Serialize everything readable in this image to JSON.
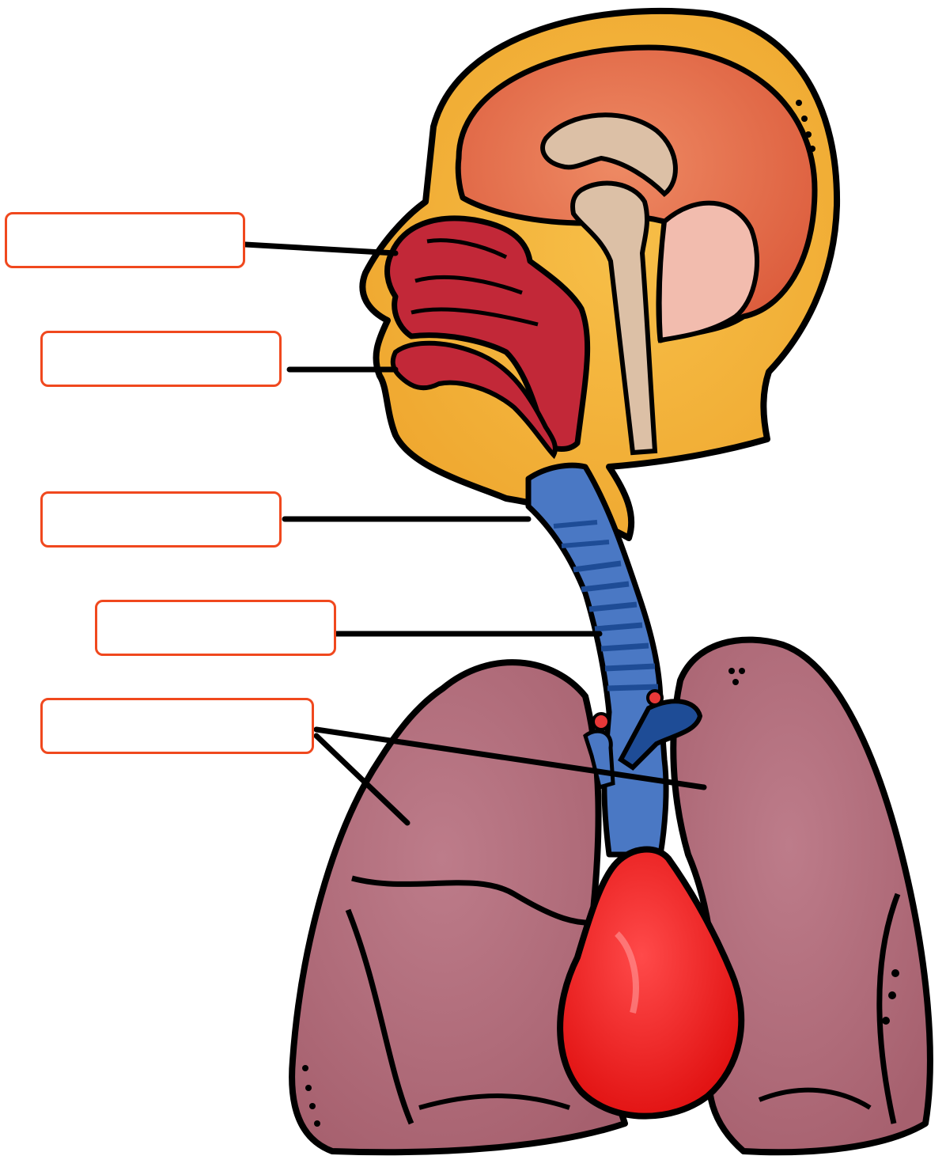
{
  "labels": [
    {
      "id": "nasal-cavity",
      "text": ""
    },
    {
      "id": "mouth",
      "text": ""
    },
    {
      "id": "larynx",
      "text": ""
    },
    {
      "id": "trachea",
      "text": ""
    },
    {
      "id": "lungs",
      "text": ""
    }
  ],
  "colors": {
    "head": "#f5b63c",
    "brain": "#e8704e",
    "cerebellum": "#f2bcae",
    "spinal_cord": "#dcc0a6",
    "nasal_tissue": "#c22838",
    "airway": "#4a78c4",
    "airway_dark": "#1e4c96",
    "lungs": "#b27080",
    "heart": "#f01c1c",
    "outline": "#000000",
    "label_border": "#f0481e"
  }
}
